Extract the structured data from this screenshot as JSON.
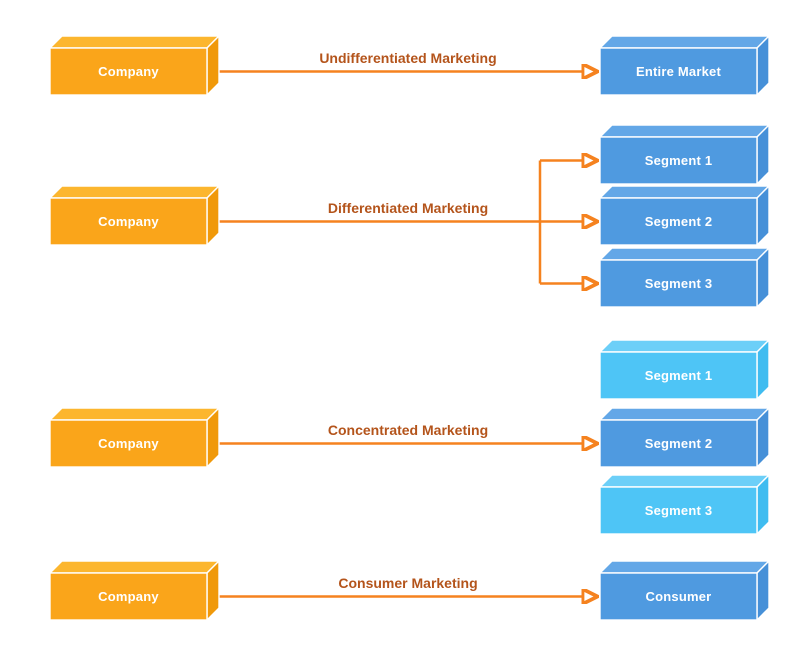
{
  "colors": {
    "company_front": "#FAA51A",
    "company_top": "#FCB62E",
    "company_side": "#F0990A",
    "target_blue_front": "#4F9AE0",
    "target_lightblue_front": "#4EC5F6",
    "arrow": "#F5821F",
    "flow_label_text": "#B4541B",
    "box_text": "#FFFFFF",
    "background": "#FFFFFF"
  },
  "strategies": [
    {
      "name": "Undifferentiated Marketing",
      "source": "Company",
      "targets": [
        {
          "label": "Entire Market",
          "variant": "blue"
        }
      ]
    },
    {
      "name": "Differentiated Marketing",
      "source": "Company",
      "targets": [
        {
          "label": "Segment 1",
          "variant": "blue"
        },
        {
          "label": "Segment 2",
          "variant": "blue"
        },
        {
          "label": "Segment 3",
          "variant": "blue"
        }
      ]
    },
    {
      "name": "Concentrated Marketing",
      "source": "Company",
      "targets": [
        {
          "label": "Segment 1",
          "variant": "lightblue"
        },
        {
          "label": "Segment 2",
          "variant": "blue"
        },
        {
          "label": "Segment 3",
          "variant": "lightblue"
        }
      ]
    },
    {
      "name": "Consumer Marketing",
      "source": "Company",
      "targets": [
        {
          "label": "Consumer",
          "variant": "blue"
        }
      ]
    }
  ]
}
